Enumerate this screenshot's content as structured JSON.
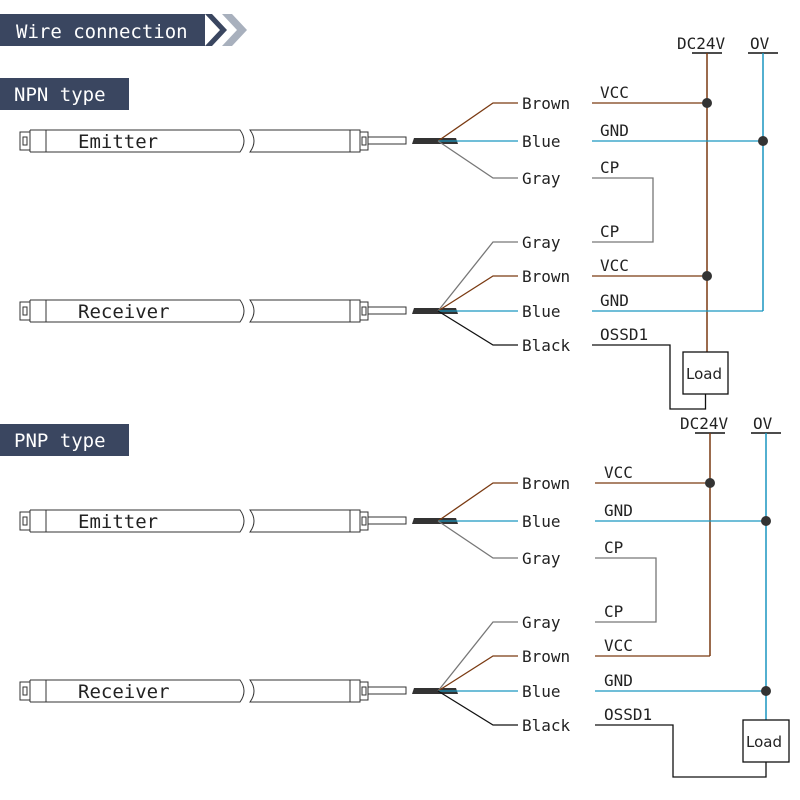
{
  "title": "Wire connection",
  "colors": {
    "banner": "#3a4660",
    "banner_arrow": "#a8b0bd",
    "brown": "#7a3a12",
    "blue": "#1a96c0",
    "gray": "#777777",
    "black": "#111111",
    "node": "#333333"
  },
  "sections": [
    {
      "type_label": "NPN type",
      "supply": {
        "positive": "DC24V",
        "negative": "OV"
      },
      "emitter": {
        "label": "Emitter",
        "wires": [
          {
            "color": "Brown",
            "signal": "VCC"
          },
          {
            "color": "Blue",
            "signal": "GND"
          },
          {
            "color": "Gray",
            "signal": "CP"
          }
        ]
      },
      "receiver": {
        "label": "Receiver",
        "wires": [
          {
            "color": "Gray",
            "signal": "CP"
          },
          {
            "color": "Brown",
            "signal": "VCC"
          },
          {
            "color": "Blue",
            "signal": "GND"
          },
          {
            "color": "Black",
            "signal": "OSSD1"
          }
        ]
      },
      "load_label": "Load"
    },
    {
      "type_label": "PNP type",
      "supply": {
        "positive": "DC24V",
        "negative": "OV"
      },
      "emitter": {
        "label": "Emitter",
        "wires": [
          {
            "color": "Brown",
            "signal": "VCC"
          },
          {
            "color": "Blue",
            "signal": "GND"
          },
          {
            "color": "Gray",
            "signal": "CP"
          }
        ]
      },
      "receiver": {
        "label": "Receiver",
        "wires": [
          {
            "color": "Gray",
            "signal": "CP"
          },
          {
            "color": "Brown",
            "signal": "VCC"
          },
          {
            "color": "Blue",
            "signal": "GND"
          },
          {
            "color": "Black",
            "signal": "OSSD1"
          }
        ]
      },
      "load_label": "Load"
    }
  ]
}
